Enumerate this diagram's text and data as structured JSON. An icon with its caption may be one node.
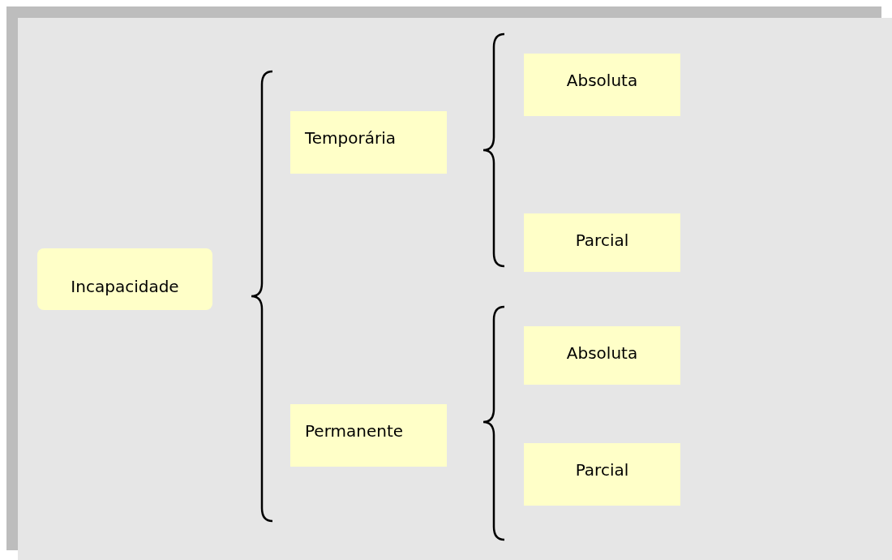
{
  "diagram": {
    "nodes": [
      {
        "text": [
          "Incapacidade"
        ]
      },
      {
        "text": [
          "Temporária"
        ]
      },
      {
        "text": [
          "Permanente"
        ]
      },
      {
        "text": [
          "Absoluta"
        ]
      },
      {
        "text": [
          "Parcial"
        ]
      },
      {
        "text": [
          "Absoluta"
        ]
      },
      {
        "text": [
          "Parcial"
        ]
      }
    ]
  }
}
